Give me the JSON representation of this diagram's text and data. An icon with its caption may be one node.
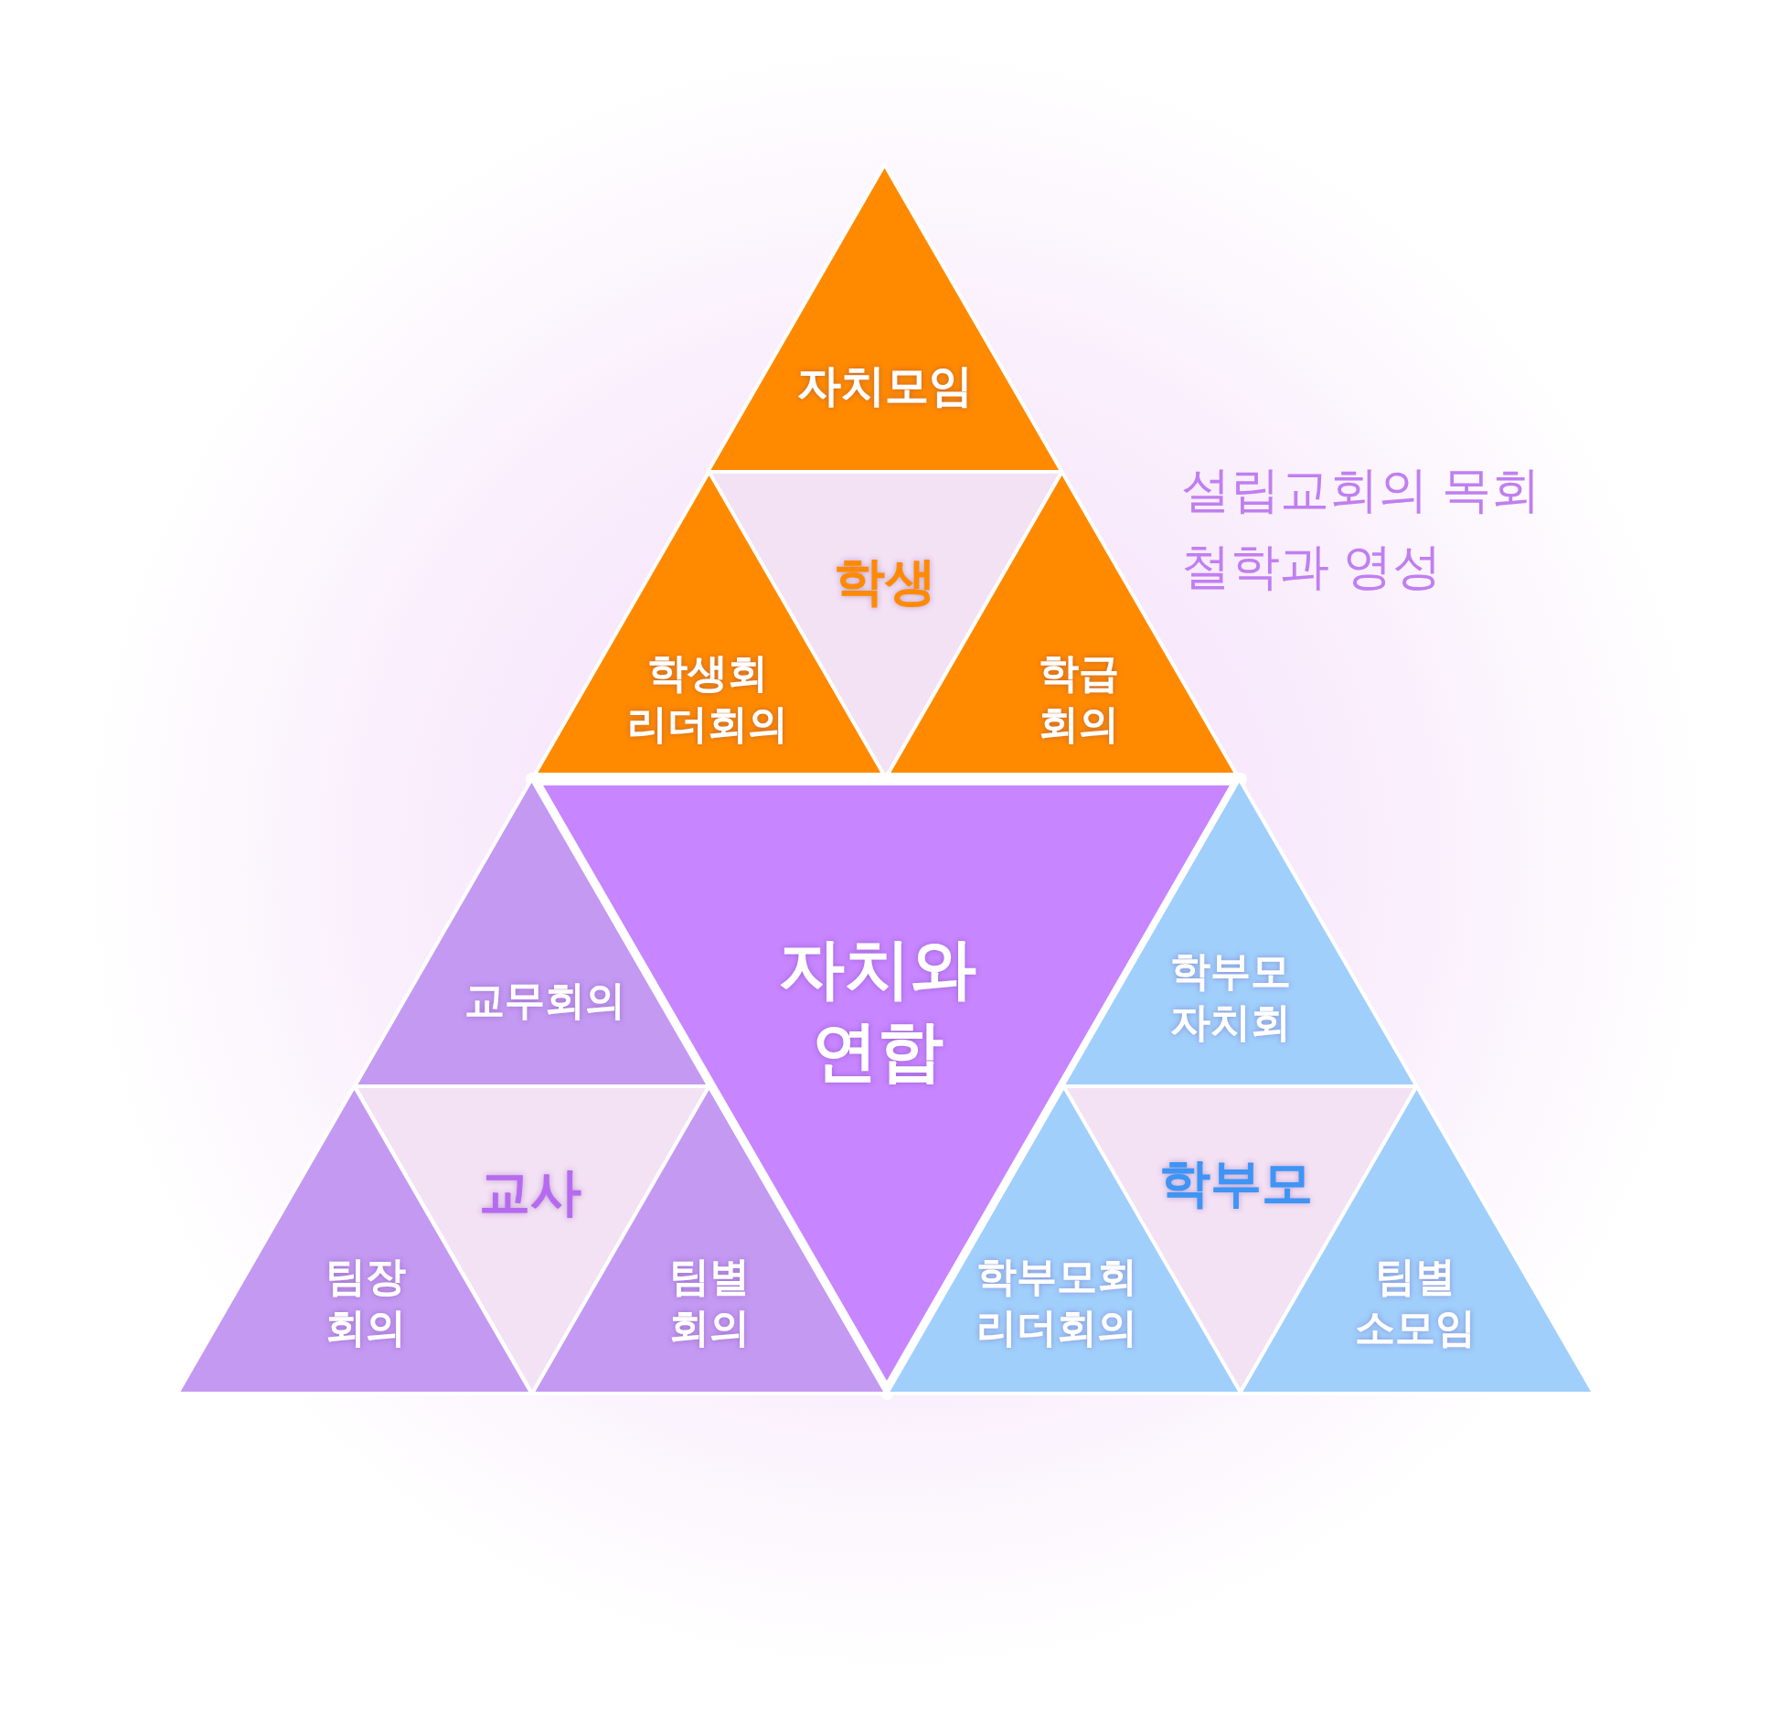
{
  "diagram": {
    "nodes": [
      {
        "text": [
          "자치모임"
        ]
      },
      {
        "text": [
          "학생"
        ]
      },
      {
        "text": [
          "학생회 리더회의"
        ]
      },
      {
        "text": [
          "학급 회의"
        ]
      },
      {
        "text": [
          "자치와 연합"
        ]
      },
      {
        "text": [
          "교무회의"
        ]
      },
      {
        "text": [
          "교사"
        ]
      },
      {
        "text": [
          "팀장 회의"
        ]
      },
      {
        "text": [
          "팀별 회의"
        ]
      },
      {
        "text": [
          "학부모 자치회"
        ]
      },
      {
        "text": [
          "학부모"
        ]
      },
      {
        "text": [
          "학부모회 리더회의"
        ]
      },
      {
        "text": [
          "팀별 소모임"
        ]
      }
    ],
    "labels": [
      "설립교회의 목회 철학과 영성"
    ]
  }
}
